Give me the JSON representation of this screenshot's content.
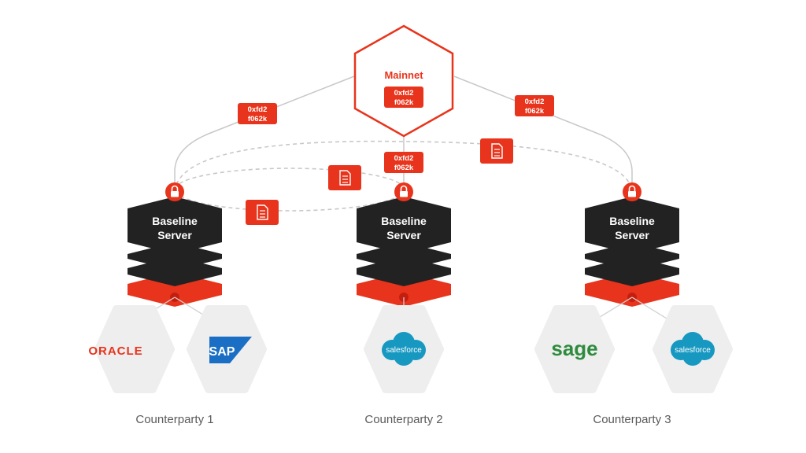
{
  "mainnet": {
    "label": "Mainnet",
    "hash_line1": "0xfd2",
    "hash_line2": "f062k"
  },
  "hash_badges": [
    {
      "line1": "0xfd2",
      "line2": "f062k"
    },
    {
      "line1": "0xfd2",
      "line2": "f062k"
    },
    {
      "line1": "0xfd2",
      "line2": "f062k"
    }
  ],
  "baseline_servers": [
    {
      "line1": "Baseline",
      "line2": "Server"
    },
    {
      "line1": "Baseline",
      "line2": "Server"
    },
    {
      "line1": "Baseline",
      "line2": "Server"
    }
  ],
  "counterparties": [
    {
      "label": "Counterparty 1"
    },
    {
      "label": "Counterparty 2"
    },
    {
      "label": "Counterparty 3"
    }
  ],
  "systems": [
    {
      "name": "oracle-logo",
      "text": "ORACLE",
      "color": "#e8341c"
    },
    {
      "name": "sap-logo",
      "text": "SAP",
      "color": "#1a6fc4"
    },
    {
      "name": "salesforce-logo",
      "text": "salesforce",
      "color": "#1798c1"
    },
    {
      "name": "sage-logo",
      "text": "sage",
      "color": "#2e8b3e"
    },
    {
      "name": "salesforce-logo",
      "text": "salesforce",
      "color": "#1798c1"
    }
  ],
  "colors": {
    "accent": "#e8341c",
    "server_dark": "#222222",
    "hex_grey": "#eeeeee",
    "line_grey": "#c8c8c8"
  },
  "icons": [
    "lock-icon",
    "document-icon"
  ]
}
